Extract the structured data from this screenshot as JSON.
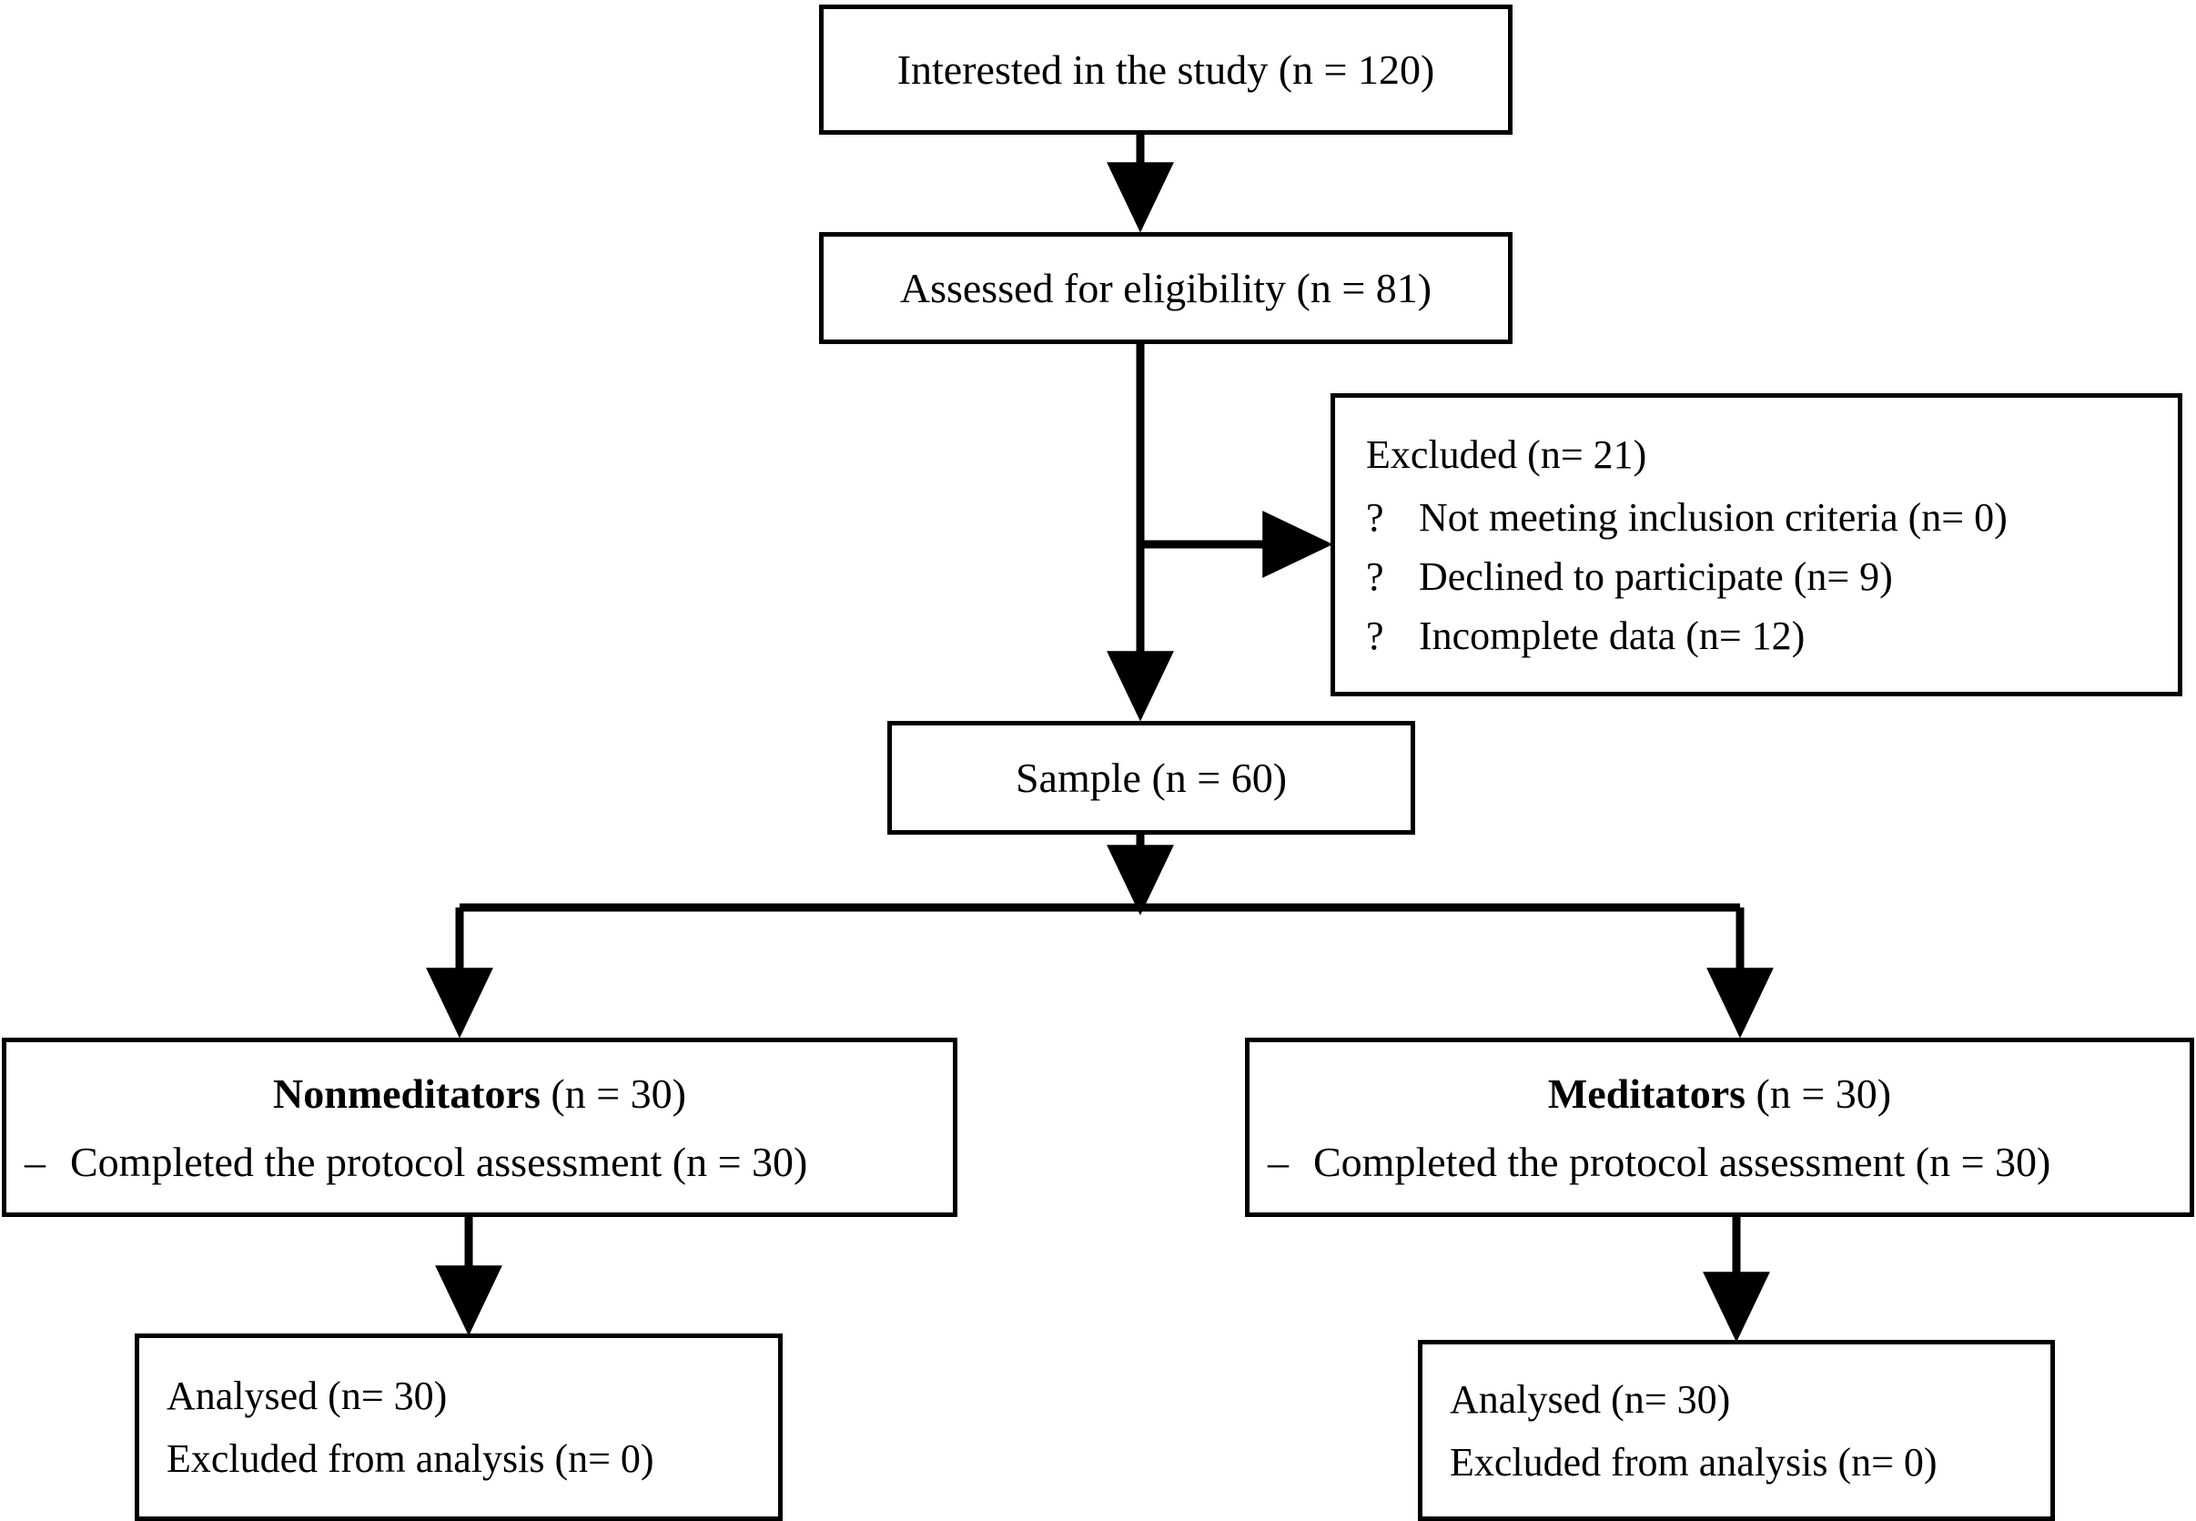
{
  "diagram": {
    "type": "consort-participant-flow",
    "title_text": "",
    "nodes": {
      "interested": {
        "label": "Interested in the study (n = 120)"
      },
      "assessed": {
        "label": "Assessed for eligibility (n = 81)"
      },
      "excluded": {
        "heading": "Excluded (n= 21)",
        "bullet_glyph": "?",
        "items": [
          "Not meeting inclusion criteria (n= 0)",
          "Declined to participate (n=  9)",
          "Incomplete data (n= 12)"
        ]
      },
      "sample": {
        "label": "Sample (n = 60)"
      },
      "nonmeditators": {
        "title_bold": "Nonmeditators",
        "title_rest": " (n = 30)",
        "dash_glyph": "–",
        "detail": "Completed the protocol assessment (n = 30)"
      },
      "meditators": {
        "title_bold": "Meditators",
        "title_rest": " (n = 30)",
        "dash_glyph": "–",
        "detail": "Completed the protocol assessment (n = 30)"
      },
      "analysed_left": {
        "line1": "Analysed (n= 30)",
        "line2": "Excluded from analysis (n= 0)"
      },
      "analysed_right": {
        "line1": "Analysed (n= 30)",
        "line2": "Excluded from analysis (n= 0)"
      }
    },
    "colors": {
      "stroke": "#000000",
      "fill": "#ffffff",
      "text": "#000000"
    }
  }
}
